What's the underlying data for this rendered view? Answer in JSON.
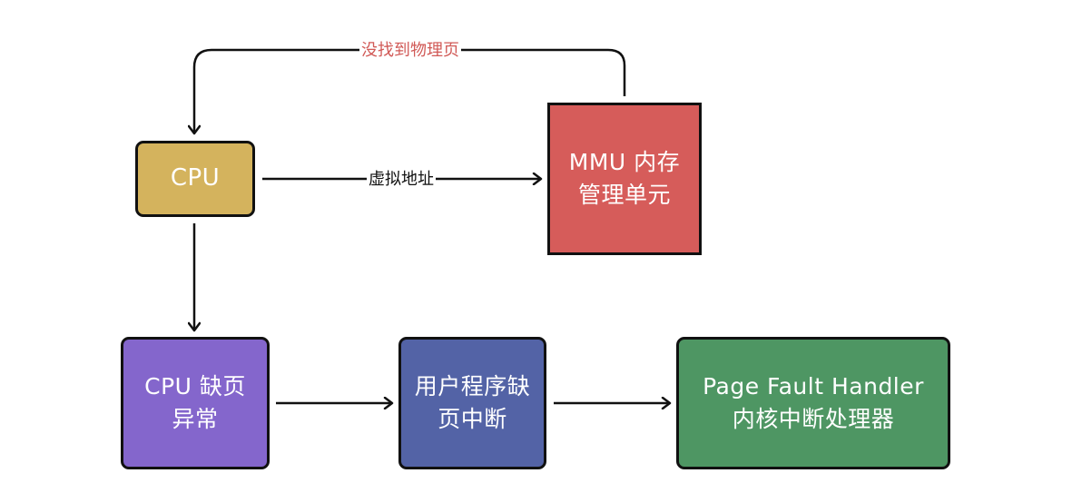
{
  "colors": {
    "cpu": "#d4b35d",
    "mmu": "#d65c5a",
    "cpu_fault": "#8466cc",
    "user_fault": "#5363a6",
    "handler": "#4e9663",
    "edge": "#111111",
    "no_page_label": "#d15a57"
  },
  "nodes": {
    "cpu": "CPU",
    "mmu": "MMU 内存\n管理单元",
    "cpu_fault": "CPU 缺页\n异常",
    "user_fault": "用户程序缺\n页中断",
    "handler": "Page Fault Handler\n内核中断处理器"
  },
  "edges": {
    "virtual_address": "虚拟地址",
    "no_physical_page": "没找到物理页"
  }
}
